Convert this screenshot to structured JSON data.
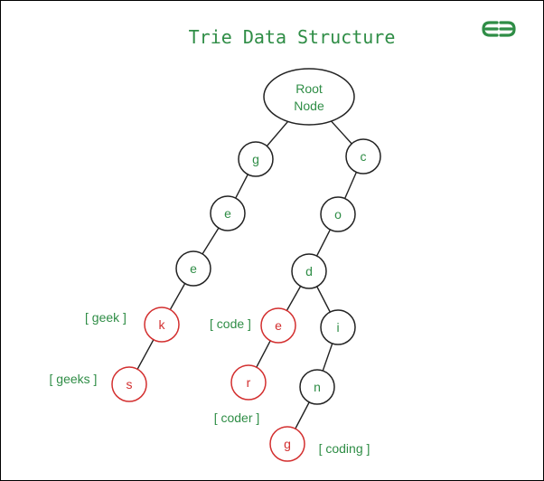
{
  "title": "Trie Data Structure",
  "colors": {
    "green": "#2f8d46",
    "red": "#d32f2f",
    "edge": "#222222",
    "node_stroke": "#222222",
    "end_stroke": "#d32f2f"
  },
  "logo": {
    "icon": "gfg-logo-icon",
    "text": "GfG"
  },
  "root": {
    "line1": "Root",
    "line2": "Node"
  },
  "nodes": [
    {
      "id": "g1",
      "char": "g",
      "end": false
    },
    {
      "id": "e1",
      "char": "e",
      "end": false
    },
    {
      "id": "e2",
      "char": "e",
      "end": false
    },
    {
      "id": "k",
      "char": "k",
      "end": true
    },
    {
      "id": "s",
      "char": "s",
      "end": true
    },
    {
      "id": "c",
      "char": "c",
      "end": false
    },
    {
      "id": "o",
      "char": "o",
      "end": false
    },
    {
      "id": "d",
      "char": "d",
      "end": false
    },
    {
      "id": "e3",
      "char": "e",
      "end": true
    },
    {
      "id": "r",
      "char": "r",
      "end": true
    },
    {
      "id": "i",
      "char": "i",
      "end": false
    },
    {
      "id": "n",
      "char": "n",
      "end": false
    },
    {
      "id": "g2",
      "char": "g",
      "end": true
    }
  ],
  "edges": [
    [
      "root",
      "g1"
    ],
    [
      "root",
      "c"
    ],
    [
      "g1",
      "e1"
    ],
    [
      "e1",
      "e2"
    ],
    [
      "e2",
      "k"
    ],
    [
      "k",
      "s"
    ],
    [
      "c",
      "o"
    ],
    [
      "o",
      "d"
    ],
    [
      "d",
      "e3"
    ],
    [
      "d",
      "i"
    ],
    [
      "e3",
      "r"
    ],
    [
      "i",
      "n"
    ],
    [
      "n",
      "g2"
    ]
  ],
  "words": [
    {
      "id": "geek",
      "text": "[ geek ]"
    },
    {
      "id": "geeks",
      "text": "[ geeks ]"
    },
    {
      "id": "code",
      "text": "[ code ]"
    },
    {
      "id": "coder",
      "text": "[ coder ]"
    },
    {
      "id": "coding",
      "text": "[ coding ]"
    }
  ]
}
